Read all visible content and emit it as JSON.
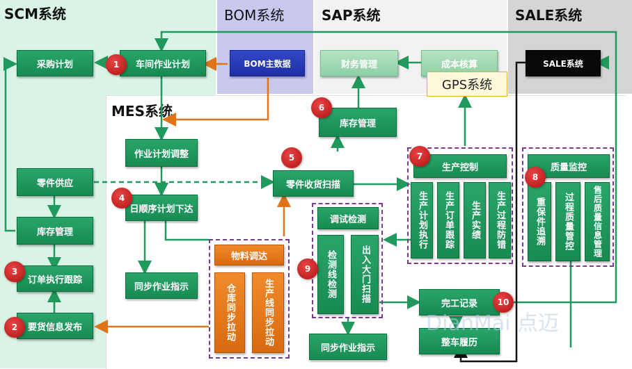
{
  "regions": {
    "scm": "SCM系统",
    "bom": "BOM系统",
    "sap": "SAP系统",
    "sale": "SALE系统",
    "mes": "MES系统",
    "gps": "GPS系统"
  },
  "boxes": {
    "procurement_plan": "采购计划",
    "workshop_plan": "车间作业计划",
    "bom_master": "BOM主数据",
    "finance": "财务管理",
    "cost_accounting": "成本核算",
    "sale_system": "SALE系统",
    "inventory_mes": "库存管理",
    "work_plan_adjust": "作业计划调整",
    "parts_supply": "零件供应",
    "parts_receiving_scan": "零件收货扫描",
    "production_control": "生产控制",
    "quality_monitor": "质量监控",
    "sequence_plan_release": "日顺序计划下达",
    "inventory_scm": "库存管理",
    "debug_inspection": "调试检测",
    "material_dispatch": "物料调达",
    "order_tracking": "订单执行跟踪",
    "sync_work_instruction_1": "同步作业指示",
    "delivery_info_release": "要货信息发布",
    "completion_record": "完工记录",
    "vehicle_history": "整车履历",
    "sync_work_instruction_2": "同步作业指示"
  },
  "vertical_boxes": {
    "prod_plan_exec": "生产计划执行",
    "prod_order_track": "生产订单跟踪",
    "prod_actual": "生产实绩",
    "prod_error_proof": "生产过程防错",
    "heavy_trace": "重保件追溯",
    "process_quality": "过程质量管控",
    "after_sales_quality": "售后质量信息管理",
    "inspection_line": "检测线检测",
    "gate_scan": "出入大门扫描",
    "warehouse_pull": "仓库同步拉动",
    "line_pull": "生产线同步拉动"
  },
  "badges": [
    "1",
    "2",
    "3",
    "4",
    "5",
    "6",
    "7",
    "8",
    "9",
    "10"
  ],
  "watermark": "DianMai 点迈",
  "colors": {
    "green": "#178a52",
    "light_green": "#8fcfa5",
    "orange": "#e07418",
    "blue": "#1e2fa5",
    "badge_red": "#c01818",
    "dash_purple": "#7b3a8f",
    "scm_bg": "#d9f3e6",
    "bom_bg": "#c8c8ef",
    "sap_bg": "#f3f3f3",
    "sale_bg": "#d6d6d6"
  }
}
